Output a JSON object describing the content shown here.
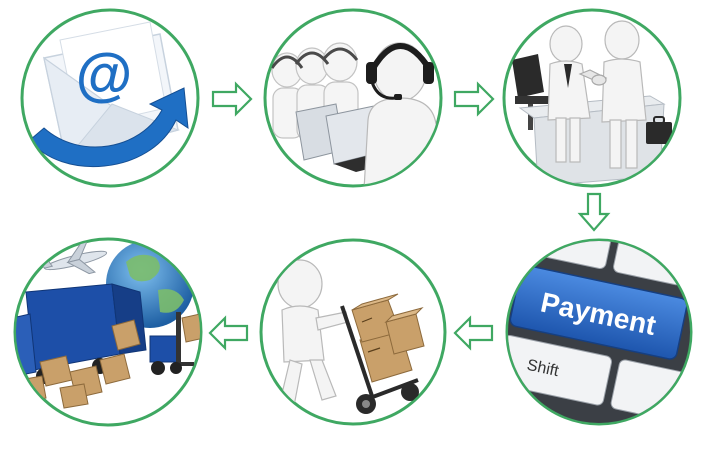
{
  "steps": [
    {
      "id": "email",
      "icon": "envelope-at-icon",
      "symbol": "@"
    },
    {
      "id": "call-center",
      "icon": "headset-operators-icon"
    },
    {
      "id": "meeting",
      "icon": "handshake-icon"
    },
    {
      "id": "payment",
      "icon": "payment-keyboard-icon",
      "key_label": "Payment",
      "key2_label": "Shift"
    },
    {
      "id": "delivery",
      "icon": "hand-truck-boxes-icon"
    },
    {
      "id": "shipping",
      "icon": "logistics-globe-icon"
    }
  ],
  "colors": {
    "ring": "#3fa862",
    "envelope_blue": "#1f6fc4",
    "payment_key": "#2f6fc9",
    "truck_blue": "#1d4fa8",
    "globe_ocean": "#2a7ec8",
    "globe_land": "#7bbd6b"
  }
}
